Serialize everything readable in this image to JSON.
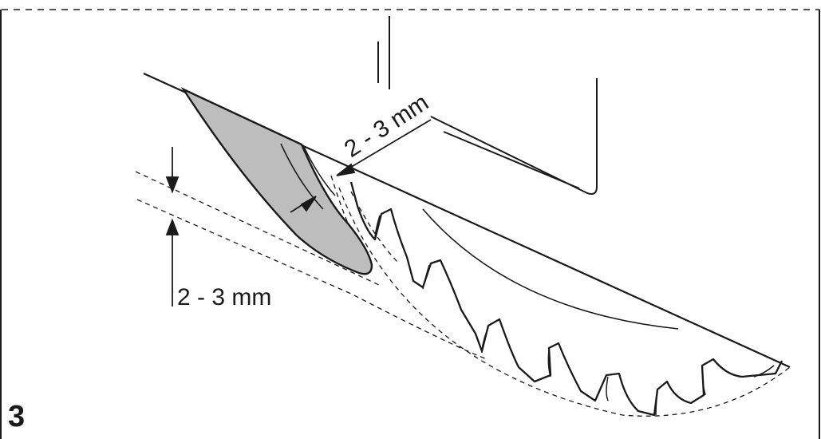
{
  "figure": {
    "number": "3"
  },
  "annotations": {
    "gap_riving_knife": "2 - 3 mm",
    "height_offset": "2 - 3 mm"
  },
  "colors": {
    "line": "#1a1a1a",
    "riving_knife_fill": "#bdbdbd",
    "background": "#ffffff"
  }
}
